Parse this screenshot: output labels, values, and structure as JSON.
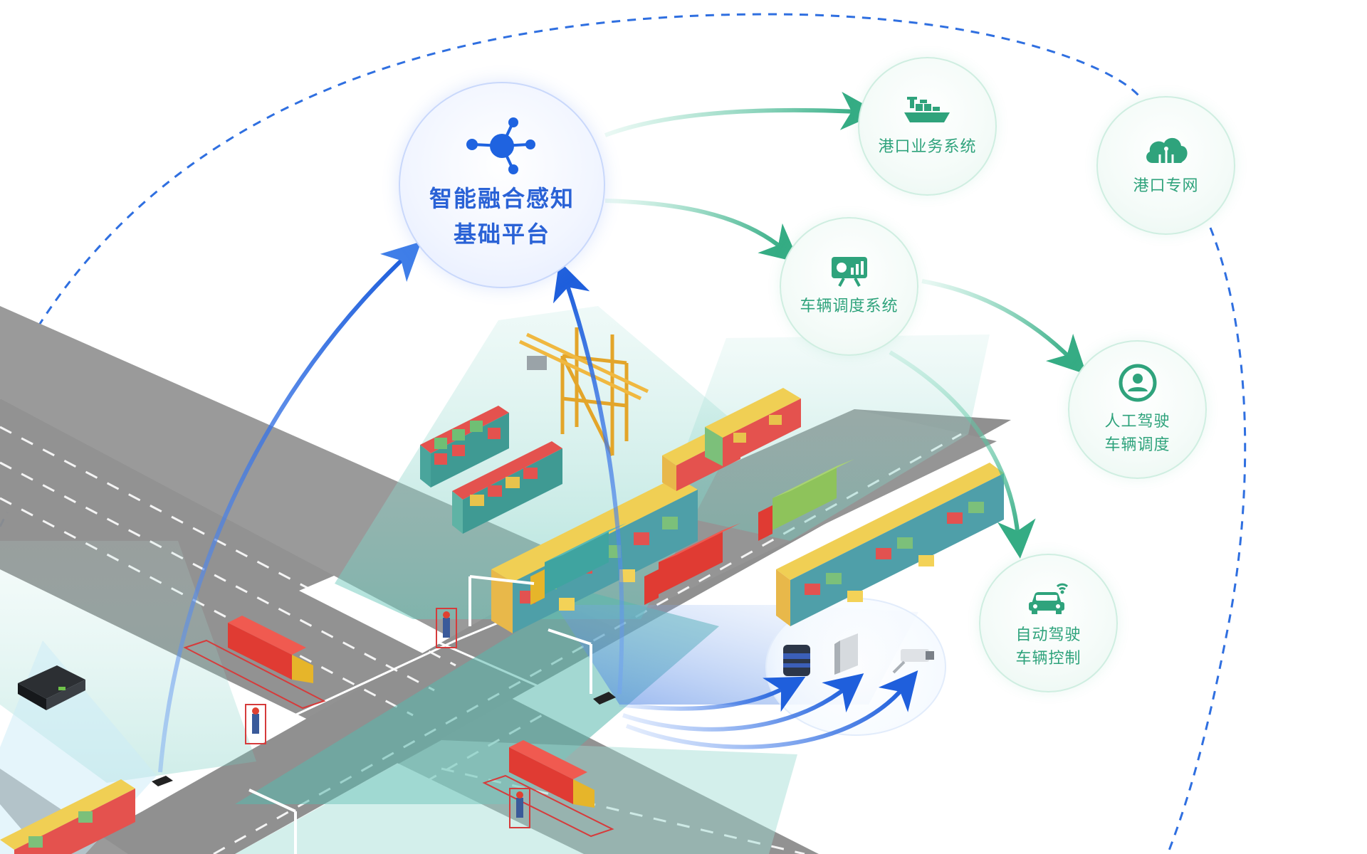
{
  "platform": {
    "line1": "智能融合感知",
    "line2": "基础平台"
  },
  "nodes": {
    "port_business": {
      "label": "港口业务系统"
    },
    "port_network": {
      "label": "港口专网"
    },
    "vehicle_dispatch": {
      "label": "车辆调度系统"
    },
    "manual_driving": {
      "line1": "人工驾驶",
      "line2": "车辆调度"
    },
    "auto_driving": {
      "line1": "自动驾驶",
      "line2": "车辆控制"
    }
  },
  "colors": {
    "platform_blue": "#2a62d6",
    "system_green": "#2fa37c",
    "dashed_orbit": "#2f6fe0",
    "road_gray": "#8f8f8f",
    "coverage_teal": "#7fd3c7"
  },
  "icons": {
    "platform": "network-hub-icon",
    "port_business": "cargo-ship-icon",
    "port_network": "cloud-network-icon",
    "vehicle_dispatch": "dispatch-screen-icon",
    "manual_driving": "driver-steering-icon",
    "auto_driving": "connected-car-icon"
  }
}
